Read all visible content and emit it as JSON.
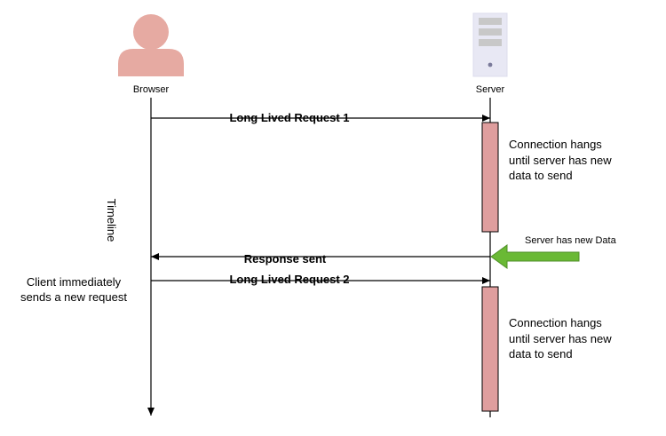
{
  "actors": {
    "browser": {
      "label": "Browser",
      "icon": "user-icon",
      "color": "#e6aaa2"
    },
    "server": {
      "label": "Server",
      "icon": "server-icon",
      "color": "#e8e8f4"
    }
  },
  "messages": [
    {
      "label": "Long Lived Request 1",
      "from": "browser",
      "to": "server"
    },
    {
      "label": "Response sent",
      "from": "server",
      "to": "browser"
    },
    {
      "label": "Long Lived Request 2",
      "from": "browser",
      "to": "server"
    }
  ],
  "activations": [
    {
      "note_lines": [
        "Connection hangs",
        "until server has new",
        "data to send"
      ],
      "color": "#df9e9e"
    },
    {
      "note_lines": [
        "Connection hangs",
        "until server has new",
        "data to send"
      ],
      "color": "#df9e9e"
    }
  ],
  "event": {
    "label": "Server has new Data",
    "arrow_color": "#6ab935"
  },
  "side_note": {
    "lines": [
      "Client immediately",
      "sends a new request"
    ]
  },
  "timeline_label": "Timeline"
}
